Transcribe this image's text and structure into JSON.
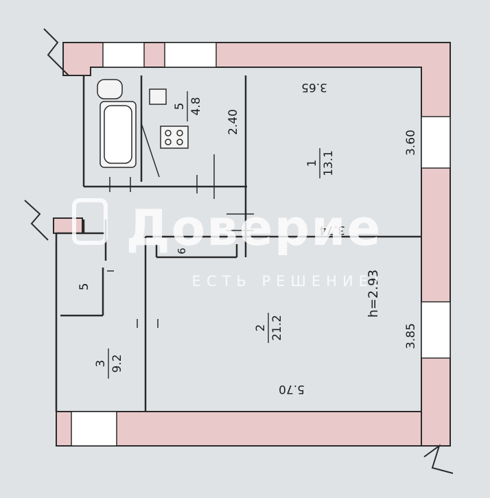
{
  "rooms": [
    {
      "id": "room-1",
      "number": "1",
      "area": "13.1"
    },
    {
      "id": "room-2",
      "number": "2",
      "area": "21.2"
    },
    {
      "id": "room-3",
      "number": "3",
      "area": "9.2"
    },
    {
      "id": "room-5-kitchen",
      "number": "5",
      "area": "4.8"
    },
    {
      "id": "room-5-closet",
      "number": "5"
    },
    {
      "id": "room-6",
      "number": "6"
    }
  ],
  "dimensions": {
    "room1_width": "3.65",
    "room1_depth": "3.60",
    "room2_width": "5.70",
    "room2_depth": "3.85",
    "partition_length": "3.74",
    "kitchen_depth": "2.40"
  },
  "ceiling_height": "h=2.93",
  "watermark": {
    "brand": "Доверие",
    "tagline": "ЕСТЬ РЕШЕНИЕ!"
  },
  "colors": {
    "wall_fill": "#eac9cb",
    "line": "#2a2a2a",
    "paper": "#dfe3e6"
  }
}
